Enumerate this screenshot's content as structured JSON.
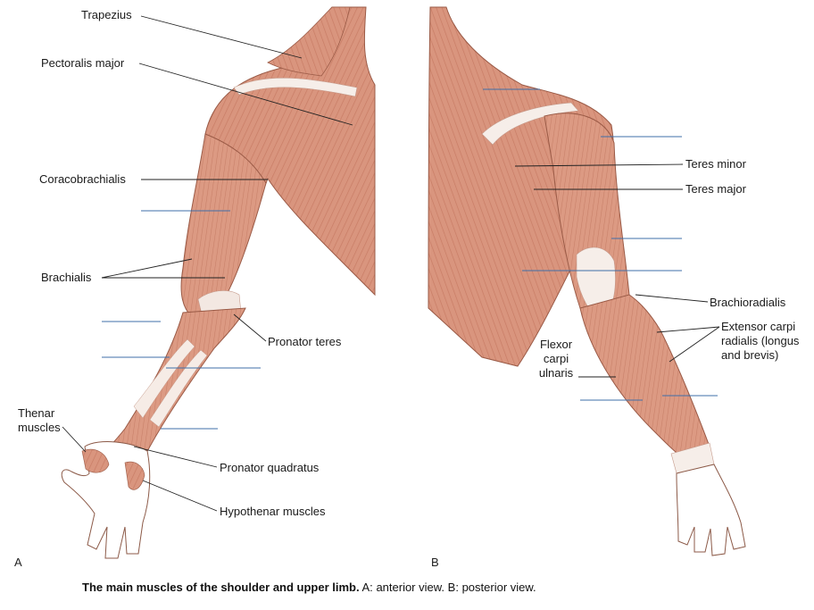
{
  "labels": {
    "trapezius": "Trapezius",
    "pectoralis_major": "Pectoralis major",
    "coracobrachialis": "Coracobrachialis",
    "brachialis": "Brachialis",
    "pronator_teres": "Pronator teres",
    "thenar_muscles": "Thenar muscles",
    "pronator_quadratus": "Pronator quadratus",
    "hypothenar_muscles": "Hypothenar muscles",
    "teres_minor": "Teres minor",
    "teres_major": "Teres major",
    "brachioradialis": "Brachioradialis",
    "extensor_carpi_radialis": "Extensor carpi radialis (longus and brevis)",
    "flexor_carpi_ulnaris": "Flexor carpi ulnaris"
  },
  "panels": {
    "anterior": "A",
    "posterior": "B"
  },
  "caption": {
    "title": "The main muscles of the shoulder and upper limb.",
    "panel_a_letter": "A:",
    "panel_a_text": "anterior view.",
    "panel_b_letter": "B:",
    "panel_b_text": "posterior view."
  },
  "colors": {
    "muscle": "#d9957e",
    "muscle_dark": "#b9674f",
    "tendon": "#f3e8e2",
    "skin_outline": "#9a5a46",
    "blank_line": "#3f6fa8"
  }
}
